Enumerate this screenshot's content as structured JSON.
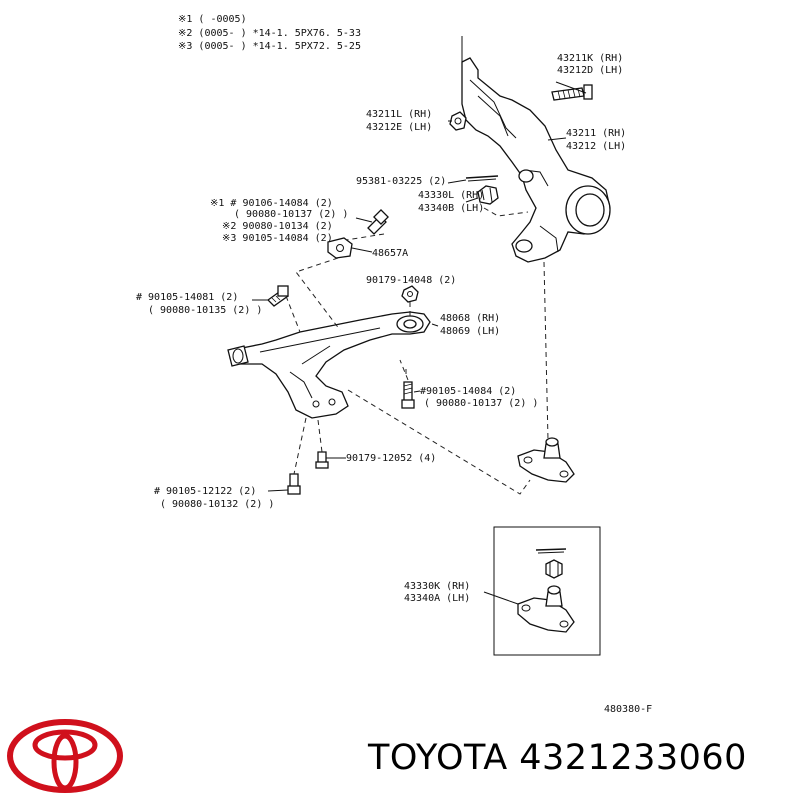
{
  "notes": {
    "n1": "※1 (      -0005)",
    "n2": "※2 (0005-      ) *14-1. 5PX76. 5-33",
    "n3": "※3 (0005-      ) *14-1. 5PX72. 5-25"
  },
  "labels": {
    "p43211K": "43211K (RH)",
    "p43212D": "43212D (LH)",
    "p43211L": "43211L (RH)",
    "p43212E": "43212E (LH)",
    "p43211": "43211 (RH)",
    "p43212": "43212 (LH)",
    "p95381": "95381-03225 (2)",
    "p43330L": "43330L (RH)",
    "p43340B": "43340B (LH)",
    "bolt1_a": "※1 # 90106-14084 (2)",
    "bolt1_b": "( 90080-10137 (2) )",
    "bolt1_c": "※2 90080-10134 (2)",
    "bolt1_d": "※3 90105-14084 (2)",
    "p48657A": "48657A",
    "p90179_14048": "90179-14048 (2)",
    "bolt2_a": "# 90105-14081 (2)",
    "bolt2_b": "( 90080-10135 (2) )",
    "p48068": "48068 (RH)",
    "p48069": "48069 (LH)",
    "bolt3_a": "#90105-14084 (2)",
    "bolt3_b": "( 90080-10137 (2) )",
    "p90179_12052": "90179-12052 (4)",
    "bolt4_a": "# 90105-12122 (2)",
    "bolt4_b": "( 90080-10132 (2) )",
    "p43330K": "43330K (RH)",
    "p43340A": "43340A (LH)",
    "figure_code": "480380-F"
  },
  "brand": {
    "text": "TOYOTA 4321233060",
    "logo_color": "#d0101c",
    "logo_icon": "toyota-logo-icon"
  }
}
